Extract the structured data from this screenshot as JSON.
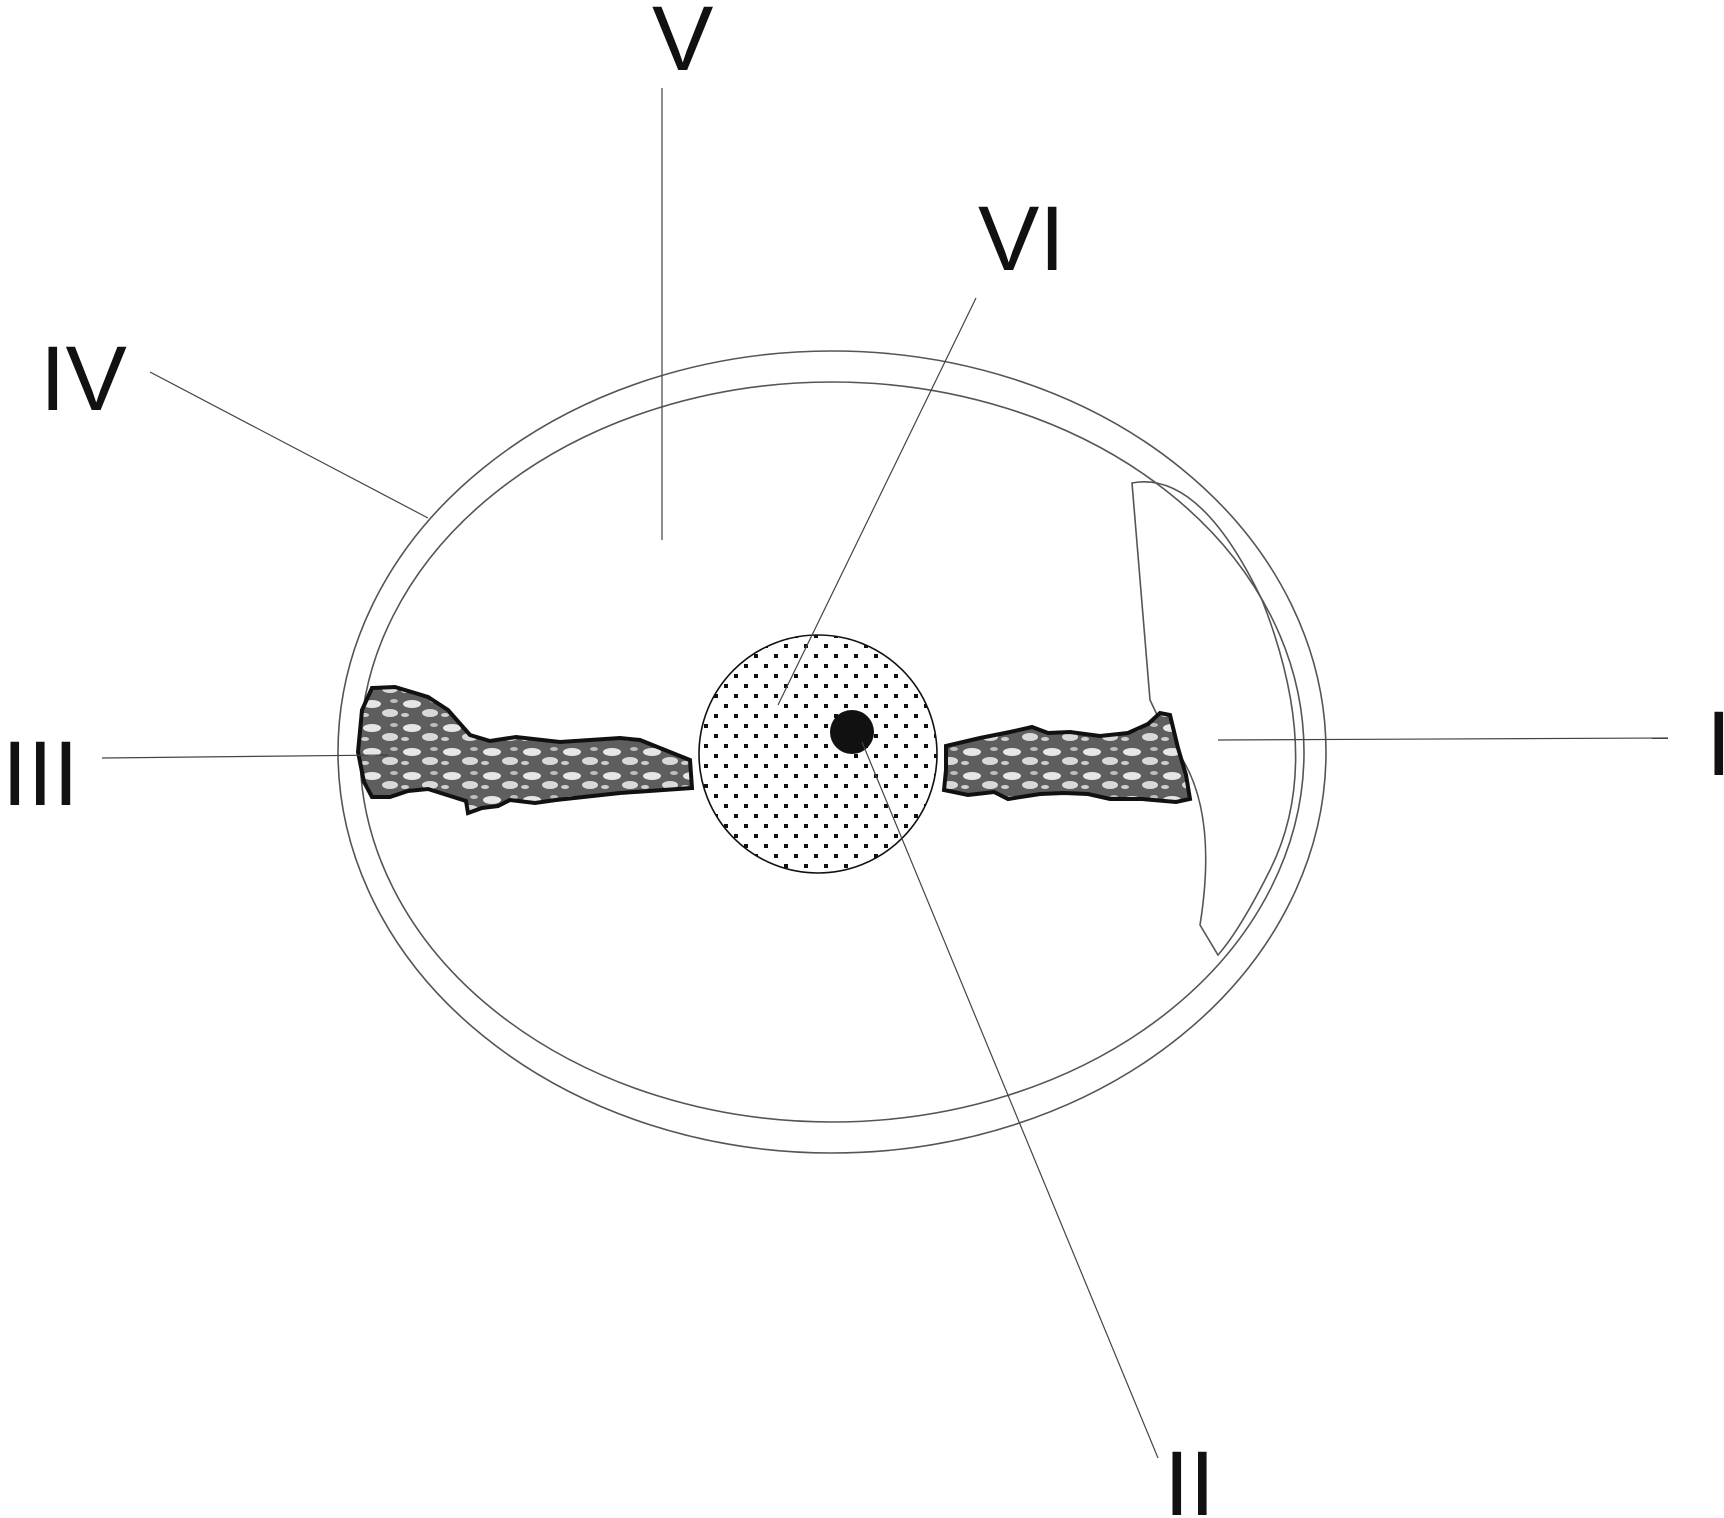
{
  "labels": {
    "I": "I",
    "II": "II",
    "III": "III",
    "IV": "IV",
    "V": "V",
    "VI": "VI"
  },
  "colors": {
    "line": "#444444",
    "ink": "#111111",
    "blade_fill": "#6e6e6e",
    "blade_light": "#e8e8e8",
    "dot": "#111111"
  }
}
